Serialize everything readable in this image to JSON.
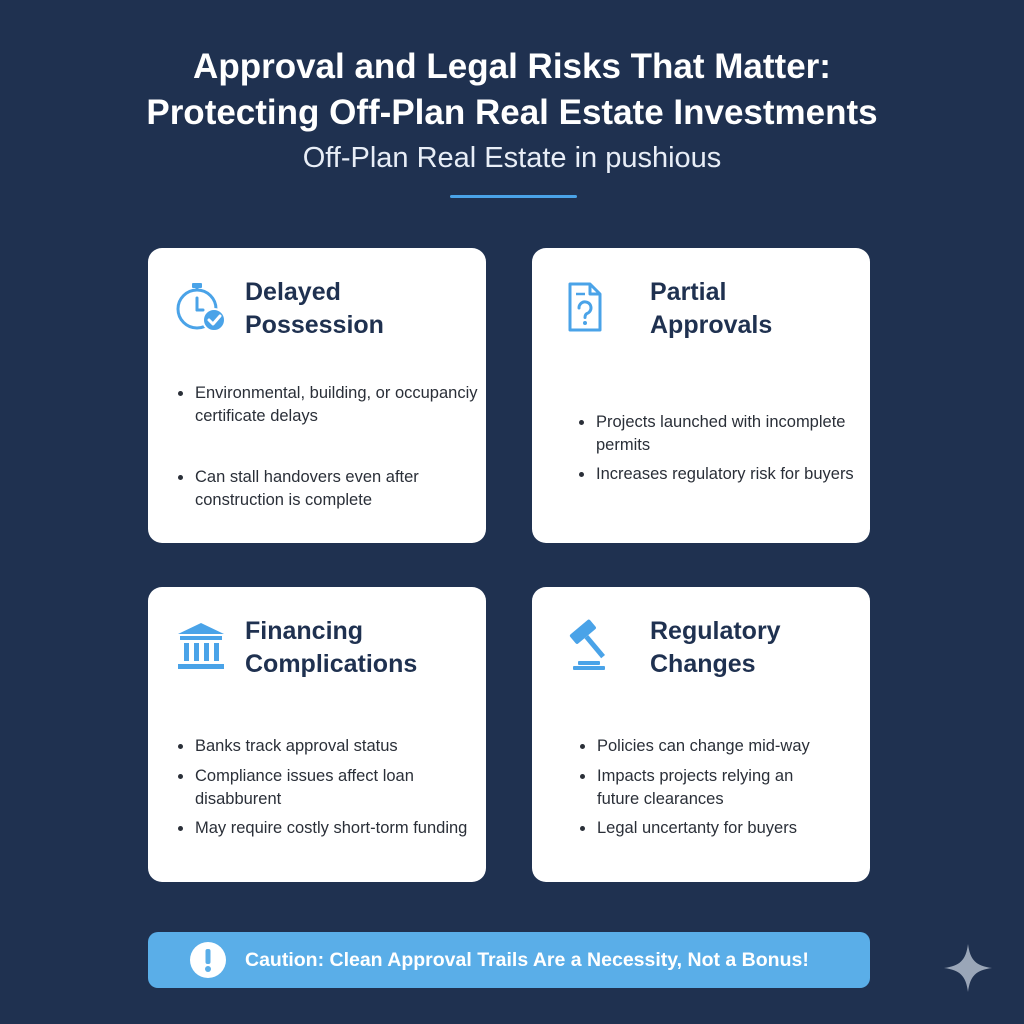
{
  "header": {
    "title_line1": "Approval and Legal Risks That Matter:",
    "title_line2": "Protecting Off-Plan Real Estate Investments",
    "subtitle": "Off-Plan Real Estate in pushious"
  },
  "cards": [
    {
      "icon": "stopwatch-check-icon",
      "heading_line1": "Delayed",
      "heading_line2": "Possession",
      "bullets": [
        "Environmental, building, or occupanciy certificate delays",
        "Can stall handovers even after construction is complete"
      ]
    },
    {
      "icon": "document-question-icon",
      "heading_line1": "Partial",
      "heading_line2": "Approvals",
      "bullets": [
        "Projects launched with incomplete permits",
        "Increases regulatory risk for buyers"
      ]
    },
    {
      "icon": "bank-icon",
      "heading_line1": "Financing",
      "heading_line2": "Complications",
      "bullets": [
        "Banks track approval status",
        "Compliance issues affect loan disabburent",
        "May require costly short-torm funding"
      ]
    },
    {
      "icon": "gavel-icon",
      "heading_line1": "Regulatory",
      "heading_line2": "Changes",
      "bullets": [
        "Policies can change mid-way",
        "Impacts projects relying an future clearances",
        "Legal uncertanty for buyers"
      ]
    }
  ],
  "banner": {
    "icon": "exclamation-icon",
    "text": "Caution: Clean Approval Trails Are a Necessity, Not a Bonus!"
  },
  "colors": {
    "background": "#1f3150",
    "accent": "#4aa3e8",
    "banner": "#5aaee8",
    "heading": "#1f3150",
    "card": "#ffffff"
  }
}
